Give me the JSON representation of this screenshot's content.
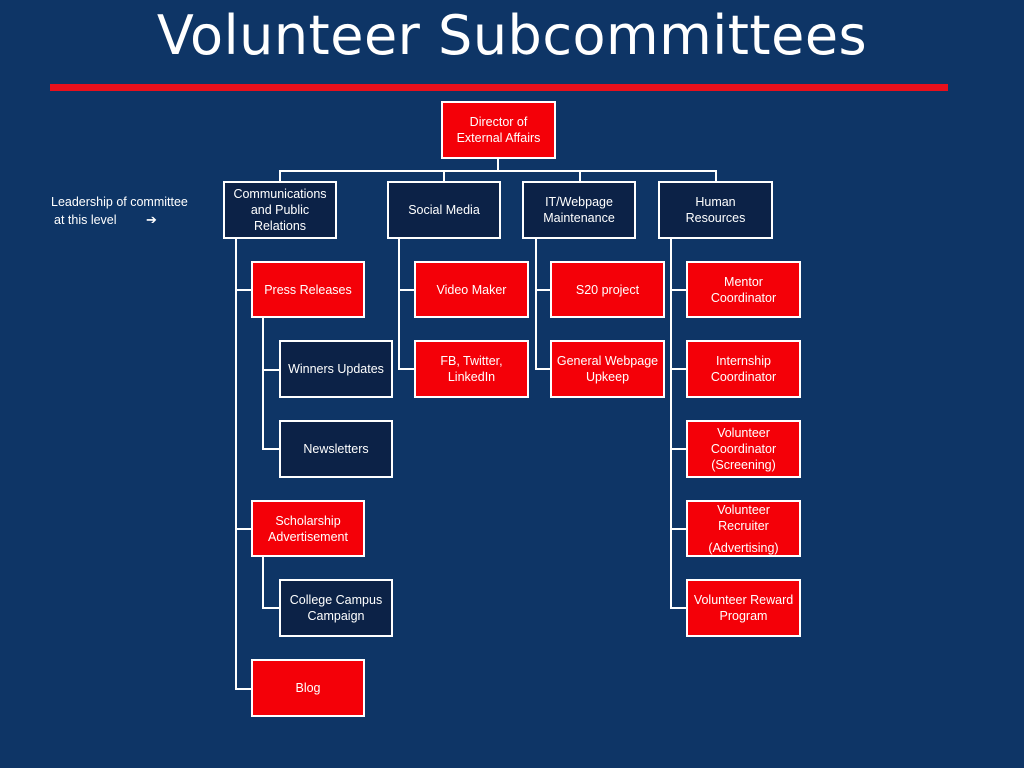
{
  "title": "Volunteer Subcommittees",
  "colors": {
    "background": "#0e3566",
    "red": "#f40008",
    "navy": "#0c2247",
    "accent_bar": "#e8101c"
  },
  "note": {
    "line1": "Leadership of committee",
    "line2": "at this level",
    "arrow_icon": "right-arrow-icon",
    "arrow_glyph": "➔"
  },
  "director": "Director of External Affairs",
  "leaders": [
    "Communications and Public Relations",
    "Social Media",
    "IT/Webpage Maintenance",
    "Human Resources"
  ],
  "comms": {
    "press_releases": "Press Releases",
    "winners_updates": "Winners Updates",
    "newsletters": "Newsletters",
    "scholarship": "Scholarship Advertisement",
    "college_campus": "College Campus Campaign",
    "blog": "Blog"
  },
  "social": {
    "video_maker": "Video Maker",
    "fb_twitter": "FB, Twitter, LinkedIn"
  },
  "it": {
    "s20": "S20 project",
    "general_webpage": "General Webpage Upkeep"
  },
  "hr": {
    "mentor": "Mentor Coordinator",
    "internship": "Internship Coordinator",
    "vol_screening": "Volunteer Coordinator (Screening)",
    "vol_recruiter": "Volunteer Recruiter",
    "vol_recruiter_sub": "(Advertising)",
    "reward": "Volunteer Reward Program"
  }
}
